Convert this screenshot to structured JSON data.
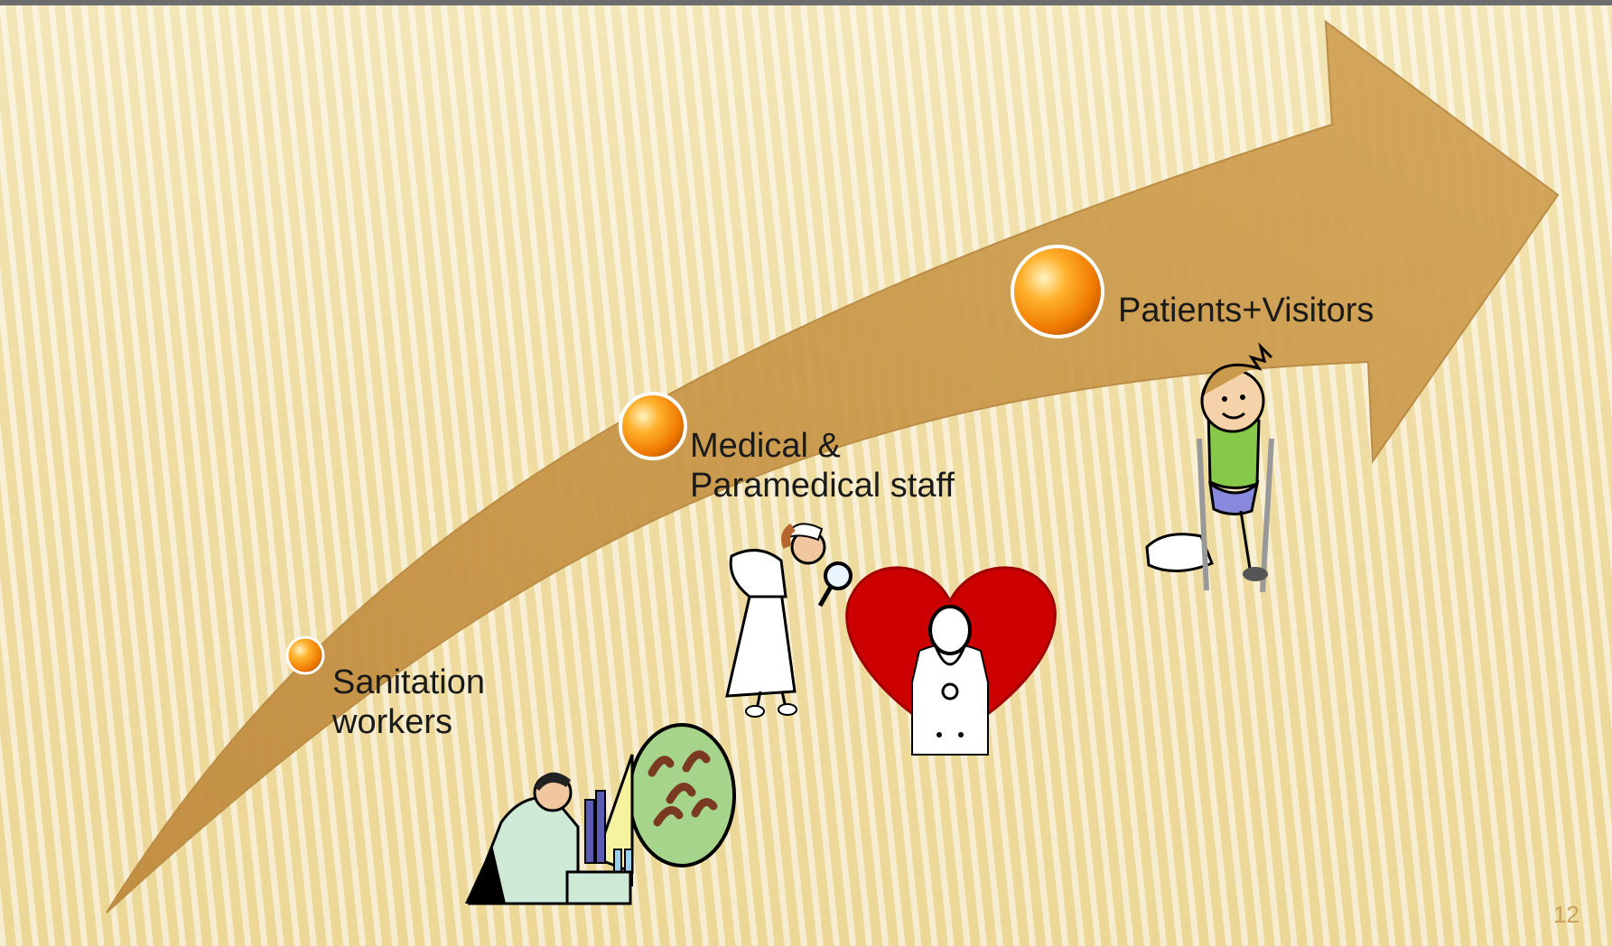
{
  "stages": [
    {
      "line1": "Sanitation",
      "line2": "workers"
    },
    {
      "line1": "Medical &",
      "line2": "Paramedical staff"
    },
    {
      "line1": "Patients+Visitors",
      "line2": ""
    }
  ],
  "slide_number": "12",
  "colors": {
    "arrow": "#c99a4c",
    "background": "#efdca2",
    "bullet": "#f28a10",
    "heart": "#cc0000"
  },
  "icons": [
    "lab-scientist-microscope-icon",
    "nurse-magnifier-icon",
    "doctor-heart-icon",
    "patient-crutches-icon"
  ]
}
